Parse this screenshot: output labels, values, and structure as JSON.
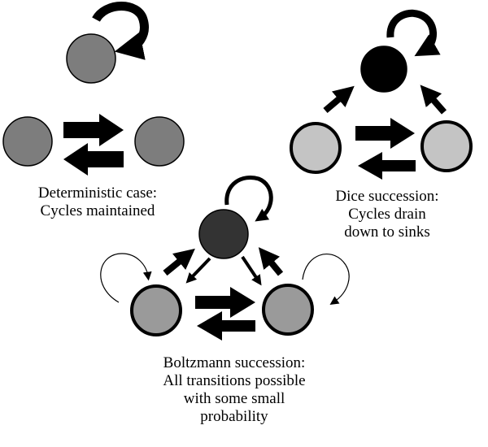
{
  "colors": {
    "node_mid_gray": "#7d7d7d",
    "node_light_gray": "#c4c4c4",
    "node_black": "#000000",
    "node_dark_gray": "#333333",
    "node_boltz_gray": "#9a9a9a",
    "stroke": "#000000"
  },
  "captions": {
    "deterministic": [
      "Deterministic case:",
      "Cycles maintained"
    ],
    "dice": [
      "Dice succession:",
      "Cycles drain",
      "down to sinks"
    ],
    "boltzmann": [
      "Boltzmann succession:",
      "All transitions possible",
      "with some small",
      "probability"
    ]
  }
}
